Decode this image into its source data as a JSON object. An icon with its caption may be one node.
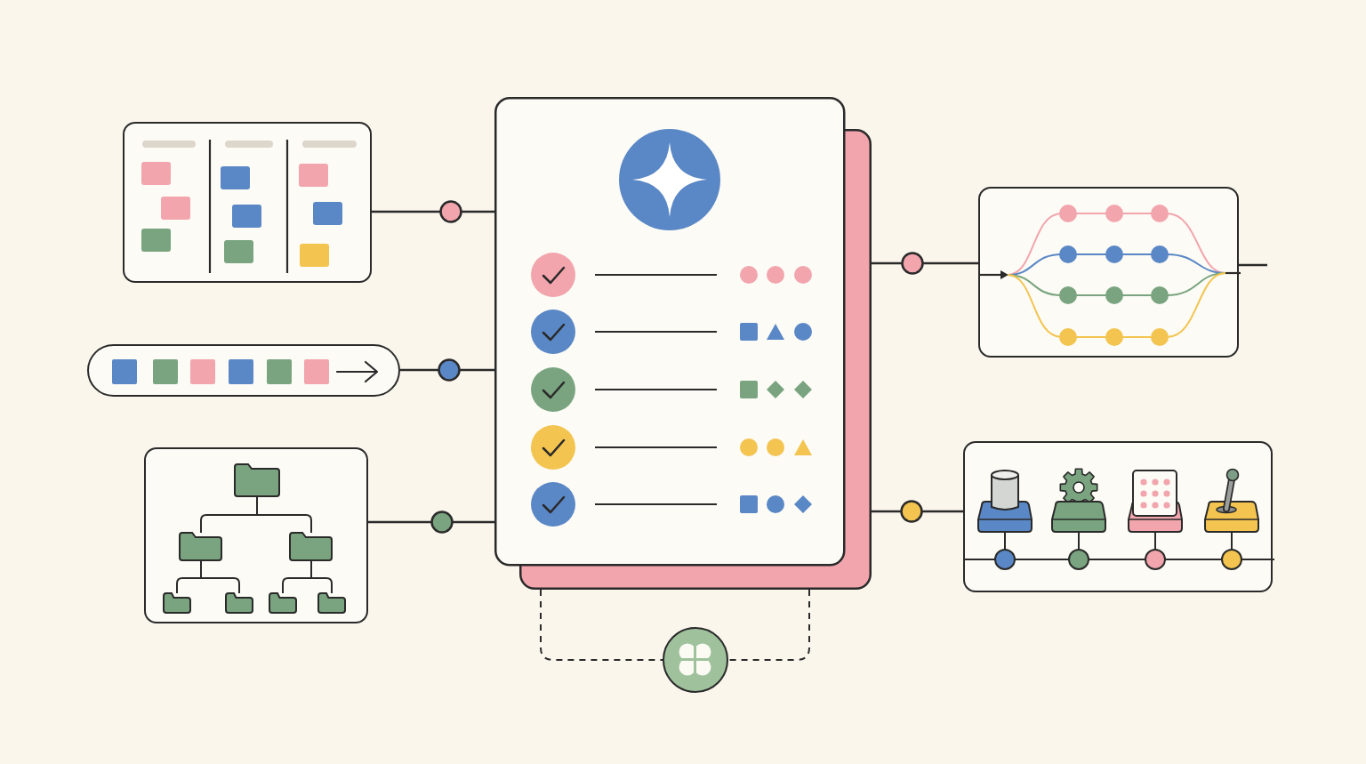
{
  "diagram": {
    "nodes": [
      {
        "text": [],
        "shape": "picture"
      },
      {
        "text": [],
        "shape": "picture"
      },
      {
        "text": [],
        "shape": "picture"
      },
      {
        "text": [],
        "shape": "picture"
      },
      {
        "text": [],
        "shape": "picture"
      },
      {
        "text": [],
        "shape": "picture"
      },
      {
        "text": [],
        "shape": "circle"
      }
    ],
    "edges": [
      {
        "from": 0,
        "to": 3,
        "arrow": "none"
      },
      {
        "from": 1,
        "to": 3,
        "arrow": "none"
      },
      {
        "from": 2,
        "to": 3,
        "arrow": "none"
      },
      {
        "from": 3,
        "to": 4,
        "arrow": "none"
      },
      {
        "from": 3,
        "to": 5,
        "arrow": "none"
      },
      {
        "from": 3,
        "to": 6,
        "arrow": "none",
        "style": "dashed"
      },
      {
        "from": 3,
        "to": 6,
        "arrow": "none",
        "style": "dashed"
      },
      {
        "from": 4,
        "to": null,
        "arrow": "none"
      }
    ]
  }
}
